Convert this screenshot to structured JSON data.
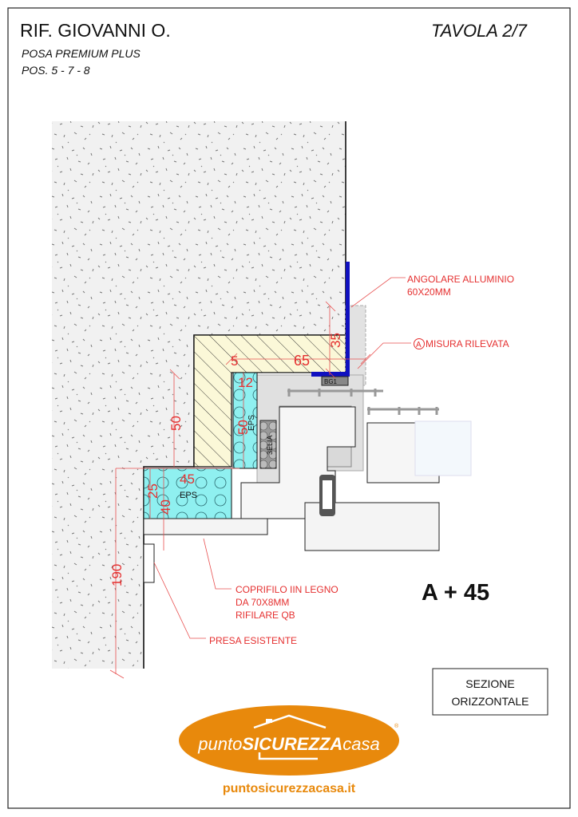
{
  "header": {
    "title": "RIF. GIOVANNI O.",
    "subtitle": "POSA PREMIUM PLUS",
    "positions": "POS. 5 - 7 - 8",
    "sheet": "TAVOLA 2/7"
  },
  "drawing": {
    "materials": {
      "eps_vertical": "EPS",
      "eps_bottom": "EPS",
      "gasket": "BG1",
      "seal": "3ELIA"
    },
    "dimensions": {
      "d35": "35",
      "d65": "65",
      "d5": "5",
      "d12": "12",
      "d50_left": "50",
      "d50_eps": "50",
      "d45": "45",
      "d25": "25",
      "d40": "40",
      "d190": "190"
    },
    "callouts": {
      "angle_line1": "ANGOLARE ALLUMINIO",
      "angle_line2": "60X20MM",
      "measure_symbol": "A",
      "measure": "MISURA RILEVATA",
      "trim_line1": "COPRIFILO IIN LEGNO",
      "trim_line2": "DA 70X8MM",
      "trim_line3": "RIFILARE QB",
      "socket": "PRESA ESISTENTE"
    },
    "formula": "A + 45",
    "section_line1": "SEZIONE",
    "section_line2": "ORIZZONTALE"
  },
  "logo": {
    "part1": "punto",
    "part2": "SICUREZZA",
    "part3": "casa",
    "registered": "®",
    "url": "puntosicurezzacasa.it"
  },
  "colors": {
    "accent": "#e8890c",
    "dimension": "#e53030",
    "eps": "#8ff0f0",
    "plaster": "#fbf8d8",
    "angle": "#1010c0"
  }
}
